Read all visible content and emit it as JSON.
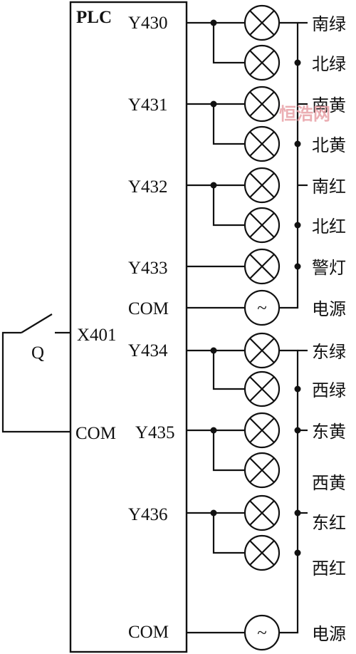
{
  "plc": {
    "label": "PLC"
  },
  "inputs": [
    {
      "terminal": "X401",
      "switch_label": "Q"
    },
    {
      "terminal": "COM"
    }
  ],
  "outputs": [
    {
      "terminal": "Y430",
      "loads": [
        "南绿",
        "北绿"
      ]
    },
    {
      "terminal": "Y431",
      "loads": [
        "南黄",
        "北黄"
      ]
    },
    {
      "terminal": "Y432",
      "loads": [
        "南红",
        "北红"
      ]
    },
    {
      "terminal": "Y433",
      "loads": [
        "警灯"
      ]
    },
    {
      "terminal": "COM",
      "loads": [
        "电源"
      ],
      "source": true
    },
    {
      "terminal": "Y434",
      "loads": [
        "东绿",
        "西绿"
      ]
    },
    {
      "terminal": "Y435",
      "loads": [
        "东黄",
        "西黄"
      ]
    },
    {
      "terminal": "Y436",
      "loads": [
        "东红",
        "西红"
      ]
    },
    {
      "terminal": "COM",
      "loads": [
        "电源"
      ],
      "source": true
    }
  ],
  "source_symbol": "~",
  "watermark": "恒浩网"
}
